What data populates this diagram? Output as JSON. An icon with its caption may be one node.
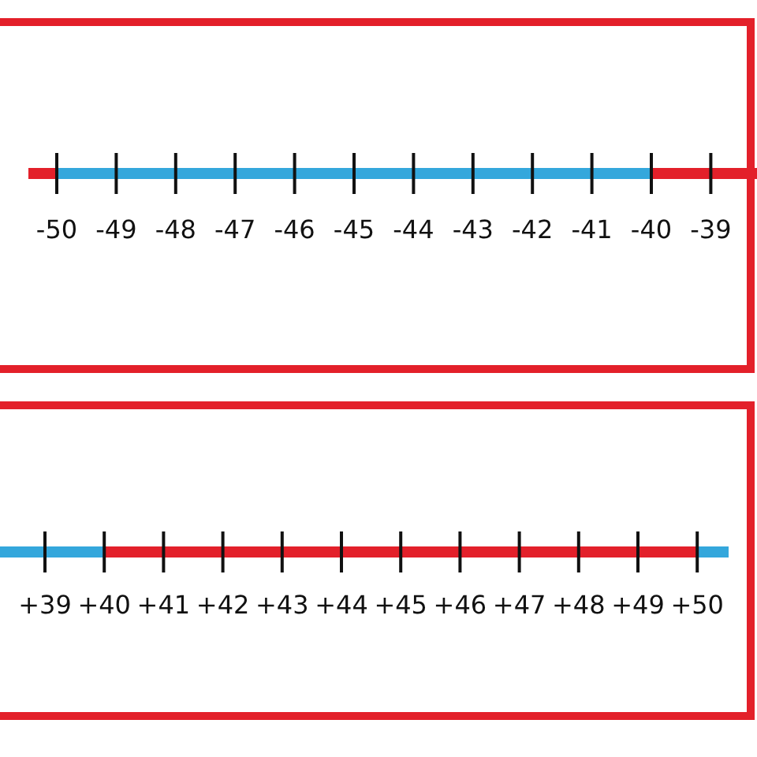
{
  "diagram": {
    "labels": [
      "-50",
      "-49",
      "-48",
      "-47",
      "-46",
      "-45",
      "-44",
      "-43",
      "-42",
      "-41",
      "-40",
      "-39",
      "+39",
      "+40",
      "+41",
      "+42",
      "+43",
      "+44",
      "+45",
      "+46",
      "+47",
      "+48",
      "+49",
      "+50"
    ]
  }
}
